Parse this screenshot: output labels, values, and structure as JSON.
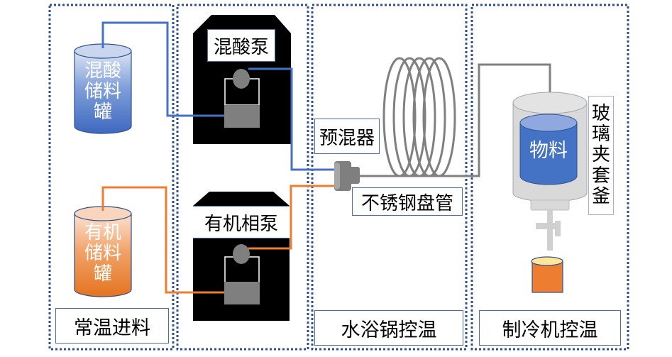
{
  "panels": [
    {
      "id": "feed",
      "label": "常温进料"
    },
    {
      "id": "pumps",
      "label": ""
    },
    {
      "id": "water-bath",
      "label": "水浴锅控温"
    },
    {
      "id": "chiller",
      "label": "制冷机控温"
    }
  ],
  "tanks": {
    "acid": {
      "label_lines": [
        "混酸",
        "储料",
        "罐"
      ],
      "color": "#4472c4"
    },
    "organic": {
      "label_lines": [
        "有机",
        "储料",
        "罐"
      ],
      "color": "#ed7d31"
    }
  },
  "pumps": {
    "acid": {
      "label": "混酸泵"
    },
    "organic": {
      "label": "有机相泵"
    }
  },
  "premixer": {
    "label": "预混器"
  },
  "coil": {
    "label": "不锈钢盘管",
    "turns": 5
  },
  "reactor": {
    "label_chars": [
      "玻",
      "璃",
      "夹",
      "套",
      "釜"
    ],
    "content_label": "物料"
  },
  "colors": {
    "acid_line": "#4472c4",
    "organic_line": "#ed7d31",
    "product_line": "#808080",
    "panel_border": "#2f4f8f",
    "pump_body": "#000000",
    "pump_part": "#7f7f7f",
    "reactor_shell": "#d9d9d9",
    "material": "#4472c4",
    "beaker": "#ed7d31",
    "beaker_top": "#ffe699"
  }
}
